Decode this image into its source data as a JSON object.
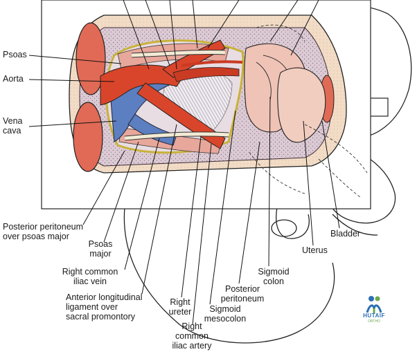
{
  "labels": {
    "psoas": "Psoas",
    "aorta": "Aorta",
    "vena_cava": "Vena\ncava",
    "posterior_peritoneum_psoas": "Posterior peritoneum\nover psoas major",
    "psoas_major": "Psoas\nmajor",
    "right_common_iliac_vein": "Right common\niliac vein",
    "anterior_longitudinal": "Anterior longitudinal\nligament over\nsacral promontory",
    "right_ureter": "Right\nureter",
    "right_common_iliac_artery": "Right\ncommon\niliac artery",
    "sigmoid_mesocolon": "Sigmoid\nmesocolon",
    "posterior_peritoneum": "Posterior\nperitoneum",
    "sigmoid_colon": "Sigmoid\ncolon",
    "uterus": "Uterus",
    "bladder": "Bladder"
  },
  "logo": {
    "name": "HUTAIF",
    "sub": "ORTHO"
  },
  "colors": {
    "artery": "#d9452b",
    "vein": "#5b7fc0",
    "muscle": "#e06a55",
    "peritoneum": "#d9c9d2",
    "skin": "#f0dcc8",
    "organ": "#efc3b6",
    "ureter": "#f3ead5"
  }
}
